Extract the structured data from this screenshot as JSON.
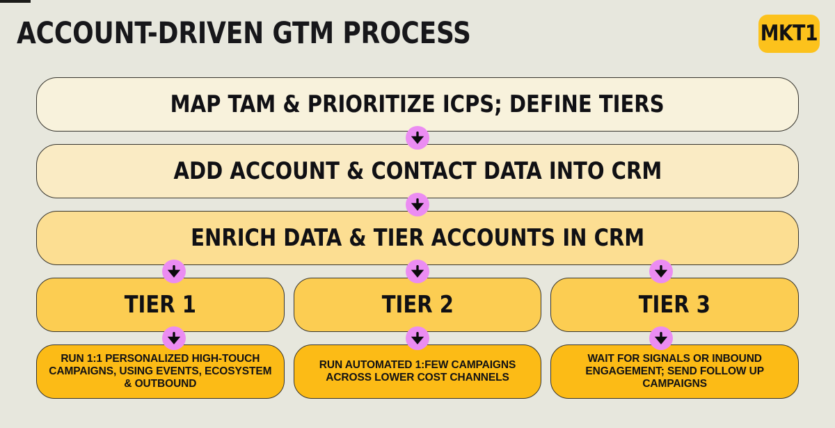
{
  "header": {
    "title": "ACCOUNT-DRIVEN GTM PROCESS",
    "logo": "MKT1"
  },
  "colors": {
    "background": "#e7e7dd",
    "step1_fill": "#f8f2dc",
    "step2_fill": "#faebc4",
    "step3_fill": "#fcde92",
    "tier_fill": "#fccd52",
    "action_fill": "#fcbb16",
    "arrow_circle": "#eb8cf2",
    "ink": "#101014",
    "logo_fill": "#fcc21c"
  },
  "flow": {
    "steps": [
      {
        "label": "MAP TAM & PRIORITIZE ICPS; DEFINE TIERS",
        "fill": "#f8f2dc"
      },
      {
        "label": "ADD ACCOUNT & CONTACT DATA INTO CRM",
        "fill": "#faebc4"
      },
      {
        "label": "ENRICH DATA & TIER ACCOUNTS IN CRM",
        "fill": "#fcde92"
      }
    ],
    "tiers": [
      {
        "label": "TIER 1",
        "action": "RUN 1:1 PERSONALIZED HIGH-TOUCH CAMPAIGNS, USING EVENTS, ECOSYSTEM & OUTBOUND"
      },
      {
        "label": "TIER 2",
        "action": "RUN AUTOMATED 1:FEW CAMPAIGNS ACROSS LOWER COST CHANNELS"
      },
      {
        "label": "TIER 3",
        "action": "WAIT FOR SIGNALS OR INBOUND ENGAGEMENT; SEND FOLLOW UP CAMPAIGNS"
      }
    ],
    "connector_icon": "arrow-down-icon"
  }
}
